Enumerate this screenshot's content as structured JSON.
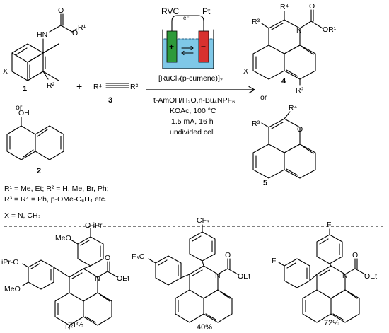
{
  "electrodes": {
    "anode_label": "RVC",
    "cathode_label": "Pt",
    "electron": "e⁻",
    "anode_sign": "+",
    "cathode_sign": "−",
    "anode_color": "#2e9a3a",
    "cathode_color": "#d8312f",
    "electrolyte_color": "#7fc8e8"
  },
  "reactants": {
    "compound1_number": "1",
    "compound2_number": "2",
    "compound3_number": "3",
    "plus": "+",
    "or": "or",
    "r1": "R¹",
    "r2": "R²",
    "r3": "R³",
    "r4": "R⁴",
    "x": "X",
    "hn": "HN",
    "o": "O",
    "oh": "OH"
  },
  "conditions": {
    "catalyst": "[RuCl₂(p-cumene)]₂",
    "solvent": "t-AmOH/H₂O,n-Bu₄NPF₆",
    "base_temp": "KOAc, 100 °C",
    "current_time": "1.5 mA, 16 h",
    "cell": "undivided cell"
  },
  "products": {
    "compound4_number": "4",
    "compound5_number": "5",
    "or": "or",
    "n": "N",
    "o": "O",
    "or1": "OR¹"
  },
  "scope_notes": [
    "R¹ = Me, Et; R² = H, Me, Br, Ph;",
    "R³ = R⁴ = Ph, p-OMe-C₆H₄ etc.",
    "X = N, CH₂"
  ],
  "examples": [
    {
      "yield": "71%",
      "substituent_top": "O-iPr",
      "substituent_left": "iPr-O",
      "methoxy_top": "MeO",
      "methoxy_left": "MeO",
      "n": "N",
      "o": "O",
      "oet": "OEt",
      "r2": "R²"
    },
    {
      "yield": "40%",
      "substituent_top": "CF₃",
      "substituent_left": "F₃C",
      "n": "N",
      "o": "O",
      "oet": "OEt"
    },
    {
      "yield": "72%",
      "substituent_top": "F",
      "substituent_left": "F",
      "n": "N",
      "o": "O",
      "oet": "OEt"
    }
  ]
}
